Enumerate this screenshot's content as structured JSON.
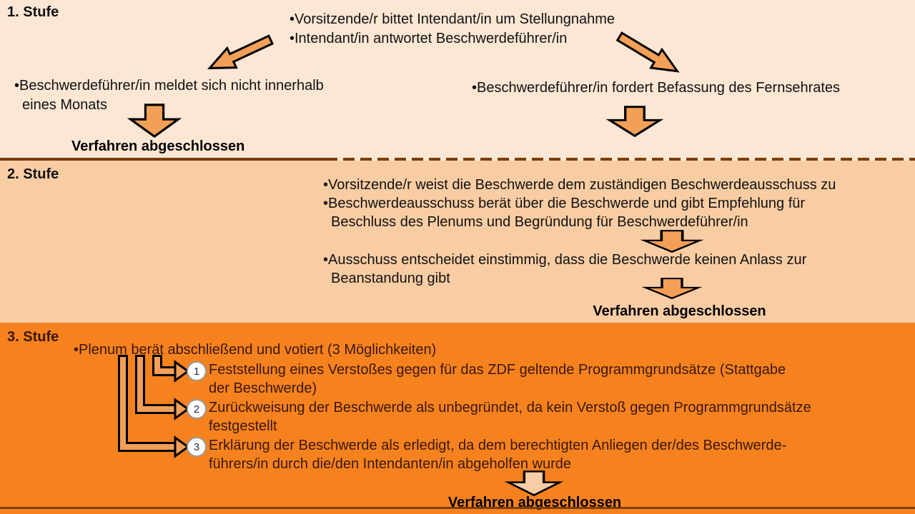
{
  "title": "Beschwerdeverfahren Stufendiagramm",
  "colors": {
    "stage1_bg": "#FBE7D4",
    "stage2_bg": "#F9CDA3",
    "stage3_bg": "#F5821F",
    "border_brown": "#7B3D09",
    "arrow_orange": "#F2A057",
    "arrow_light": "#F8CDA5",
    "stage3_text": "#3A1708",
    "circle_number": "#233049"
  },
  "stage1": {
    "label": "1. Stufe",
    "top_bullets": [
      "•Vorsitzende/r bittet Intendant/in um Stellungnahme",
      "•Intendant/in antwortet Beschwerdeführer/in"
    ],
    "left_bullet_line1": "•Beschwerdeführer/in meldet sich nicht innerhalb",
    "left_bullet_line2": "eines Monats",
    "left_outcome": "Verfahren abgeschlossen",
    "right_bullet": "•Beschwerdeführer/in fordert Befassung des Fernsehrates"
  },
  "stage2": {
    "label": "2. Stufe",
    "bullet1": "•Vorsitzende/r weist die Beschwerde dem zuständigen Beschwerdeausschuss zu",
    "bullet2_line1": "•Beschwerdeausschuss berät über die Beschwerde und gibt Empfehlung für",
    "bullet2_line2": "Beschluss des Plenums und Begründung für Beschwerdeführer/in",
    "bullet3_line1": "•Ausschuss entscheidet einstimmig, dass die Beschwerde keinen Anlass zur",
    "bullet3_line2": "Beanstandung gibt",
    "outcome": "Verfahren abgeschlossen"
  },
  "stage3": {
    "label": "3. Stufe",
    "intro_bullet": "•Plenum berät abschließend und votiert (3 Möglichkeiten)",
    "options": [
      {
        "num": "1",
        "line1": "Feststellung eines Verstoßes gegen für das ZDF geltende Programmgrundsätze (Stattgabe",
        "line2": "der Beschwerde)"
      },
      {
        "num": "2",
        "line1": "Zurückweisung der Beschwerde als unbegründet, da kein Verstoß gegen Programmgrundsätze",
        "line2": "festgestellt"
      },
      {
        "num": "3",
        "line1": "Erklärung der Beschwerde als erledigt, da dem berechtigten Anliegen der/des Beschwerde-",
        "line2": "führers/in durch die/den Intendanten/in abgeholfen wurde"
      }
    ],
    "outcome": "Verfahren abgeschlossen"
  }
}
